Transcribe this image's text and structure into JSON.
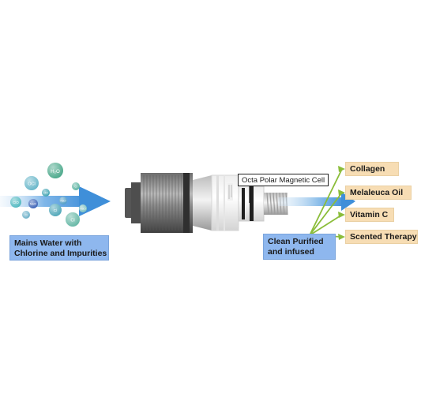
{
  "input": {
    "label_line1": "Mains Water with",
    "label_line2": "Chlorine and Impurities",
    "molecules": [
      {
        "text": "H₂O",
        "color": "#4aa88a"
      },
      {
        "text": "OCl",
        "color": "#67b6c9"
      },
      {
        "text": "Cl",
        "color": "#5ab3a0"
      },
      {
        "text": "ClO",
        "color": "#3fa3b2"
      },
      {
        "text": "ClO",
        "color": "#4fb8c0"
      },
      {
        "text": "NaCl",
        "color": "#3a62b6"
      },
      {
        "text": "Cl",
        "color": "#64b7a5"
      },
      {
        "text": "Cl",
        "color": "#4ea6b8"
      },
      {
        "text": "Cl",
        "color": "#6cb0c8"
      },
      {
        "text": "NaCl",
        "color": "#4e9cc4"
      },
      {
        "text": "NaCl",
        "color": "#7cc0c0"
      }
    ]
  },
  "cartridge": {
    "callout": "Octa Polar Magnetic Cell"
  },
  "output": {
    "label_line1": "Clean Purified",
    "label_line2": "and infused"
  },
  "infusions": [
    {
      "label": "Collagen"
    },
    {
      "label": "Melaleuca Oil"
    },
    {
      "label": "Vitamin C"
    },
    {
      "label": "Scented Therapy"
    }
  ],
  "colors": {
    "arrow": "#3f8fd9",
    "label_blue": "#8eb7ee",
    "label_tan": "#f7ddb4",
    "connector_green": "#8bbd3a"
  }
}
